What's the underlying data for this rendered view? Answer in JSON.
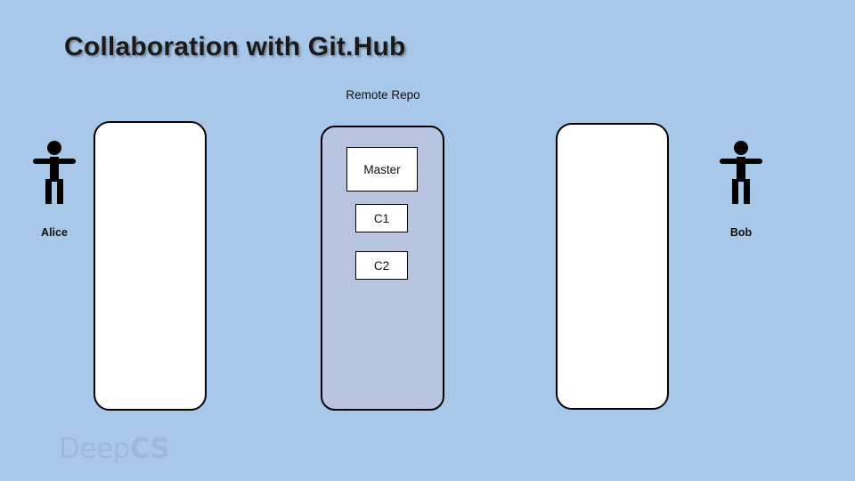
{
  "slide": {
    "title": "Collaboration with Git.Hub",
    "background_color": "#a8c8ea"
  },
  "diagram": {
    "remote_label": "Remote Repo",
    "remote_panel_color": "#b8c4e0",
    "commits": [
      {
        "label": "Master"
      },
      {
        "label": "C1"
      },
      {
        "label": "C2"
      }
    ],
    "people": [
      {
        "name": "Alice",
        "icon": "person-icon"
      },
      {
        "name": "Bob",
        "icon": "person-icon"
      }
    ],
    "panels": [
      {
        "owner": "Alice"
      },
      {
        "owner": "Remote"
      },
      {
        "owner": "Bob"
      }
    ]
  },
  "logo": {
    "part1": "Deep",
    "part2": "CS",
    "color": "#9db8da"
  }
}
